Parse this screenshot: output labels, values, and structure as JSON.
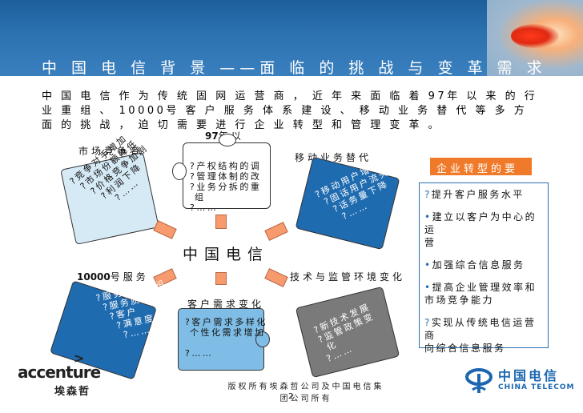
{
  "header": {
    "title": "中 国 电 信 背 景 ——面 临 的 挑 战 与 变 革 需 求"
  },
  "intro": {
    "text": "中 国 电 信 作 为 传 统 固 网 运 营 商 ， 近 年 来 面 临 着 97年 以 来 的 行 业 重 组 、 10000号 客 户 服 务 体 系 建 设 、 移 动 业 务 替 代 等 多 方 面 的 挑 战 ， 迫 切 需 要 进 行 企 业 转 型 和 管 理 变 革 。"
  },
  "pieces": {
    "top_label_num": "97",
    "top_label": "年以",
    "top_lines": "?产权结构的调\n?管理体制的改\n?业务分拆的重\n 组\n?……",
    "left_label": "市场竞争者",
    "left_lines": "?竞争对手增加\n ?市场份额降低\n  ?价格竞争加剧\n   ?利润下降\n     ?……",
    "right_label": "移动业务替代",
    "right_lines": "?移动用户增长\n ?固话用户流失\n  ?话务量下降\n   ?……",
    "center": "中国电信",
    "bl_label_num": "10000",
    "bl_label": "号服务",
    "bl_lines": "?服务体系建设\n ?服务质量提升\n  ?客户\n   ?满意度提升\n    ?……",
    "bm_label": "客户需求变化",
    "bm_lines": "?客户需求多样化\n 个性化需求增加\n\n?……",
    "br_label": "技术与监管环境变化",
    "br_lines": "?新技术发展\n?监管政策变\n 化\n?……"
  },
  "side": {
    "header": "企业转型的要求",
    "items": [
      {
        "bullet": "?",
        "text": "提升客户服务水平"
      },
      {
        "bullet": "•",
        "text": "建立以客户为中心的运\n营"
      },
      {
        "bullet": "•",
        "text": "加强综合信息服务"
      },
      {
        "bullet": "•",
        "text": "提高企业管理效率和\n市场竞争能力"
      },
      {
        "bullet": "?",
        "text": "实现从传统电信运营商\n向综合信息服务"
      }
    ]
  },
  "logos": {
    "accenture": "accenture",
    "accenture_arrow": ">",
    "accenture_cn": "埃森哲",
    "ct_cn": "中国电信",
    "ct_en": "CHINA TELECOM"
  },
  "footer": {
    "text": "版权所有埃森哲公司及中国电信集团公司所有",
    "page": "2"
  },
  "colors": {
    "banner": "#2c72b0",
    "piece_light": "#d6eaf6",
    "piece_mid": "#7fbde6",
    "piece_dark": "#1f6bb0",
    "piece_gray": "#7a7a7a",
    "arrow": "#f79a6e",
    "orange": "#f07a2a"
  }
}
